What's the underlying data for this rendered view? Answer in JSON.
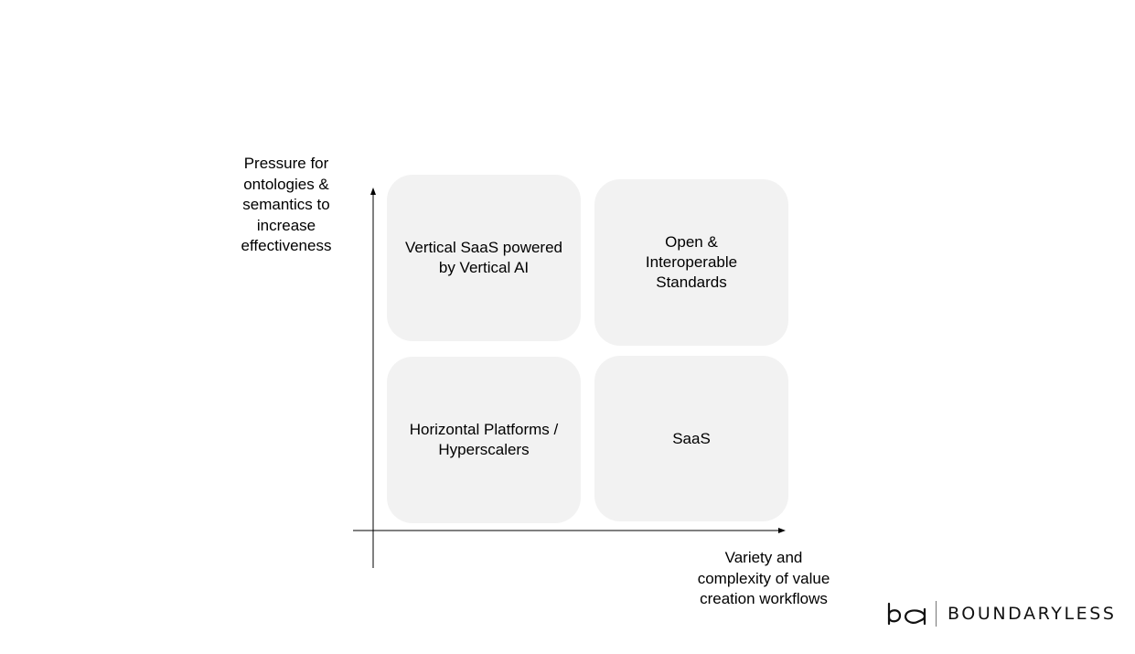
{
  "y_axis_label": "Pressure for\nontologies &\nsemantics to\nincrease\neffectiveness",
  "x_axis_label": "Variety and\ncomplexity of value\ncreation workflows",
  "quadrants": {
    "top_left": "Vertical SaaS powered by Vertical AI",
    "top_right": "Open & Interoperable Standards",
    "bottom_left": "Horizontal Platforms / Hyperscalers",
    "bottom_right": "SaaS"
  },
  "brand": {
    "name": "BOUNDARYLESS",
    "logo_icon": "boundaryless-ba-logo-icon"
  },
  "colors": {
    "quadrant_fill": "#f2f2f2",
    "text": "#000000",
    "axis": "#000000"
  }
}
